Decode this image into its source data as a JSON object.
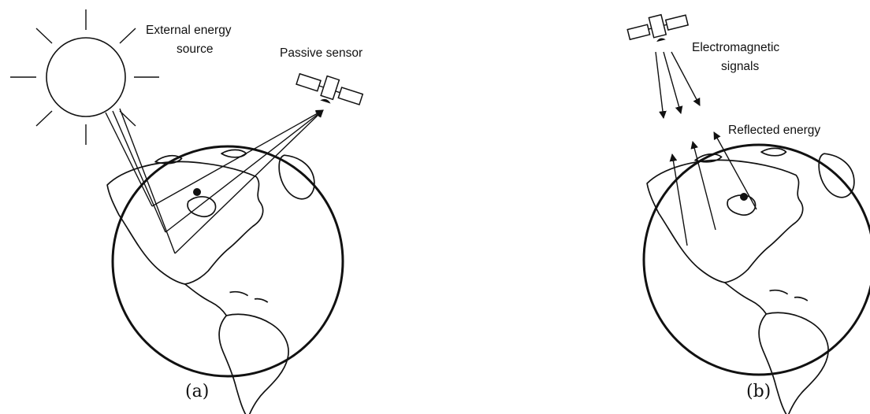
{
  "panel_a": {
    "caption": "(a)",
    "source_label_line1": "External energy",
    "source_label_line2": "source",
    "sensor_label": "Passive sensor"
  },
  "panel_b": {
    "caption": "(b)",
    "signal_label_line1": "Electromagnetic",
    "signal_label_line2": "signals",
    "reflected_label": "Reflected energy"
  },
  "icons": {
    "sun": "sun-icon",
    "satellite": "satellite-icon",
    "earth": "earth-globe-icon"
  }
}
